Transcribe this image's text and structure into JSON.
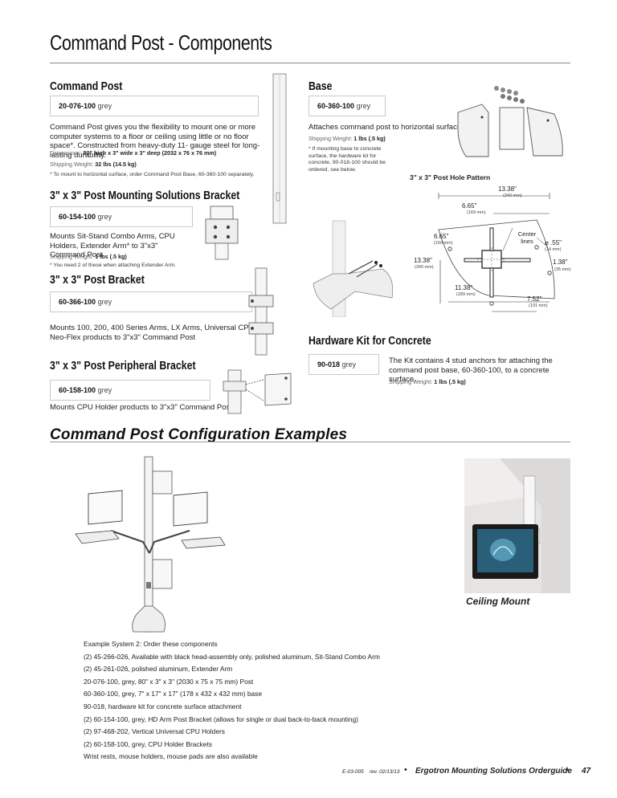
{
  "page_title": "Command Post - Components",
  "command_post": {
    "heading": "Command Post",
    "part_no": "20-076-100",
    "color": "grey",
    "description": "Command Post gives you the flexibility to mount one or more computer systems to a floor or ceiling using little or no floor space*. Constructed from heavy-duty 11- gauge steel for long-lasting durability.",
    "dimensions_label": "Dimensions:",
    "dimensions": "80\" high x 3\" wide x 3\" deep (2032 x 76 x 76 mm)",
    "shipping_label": "Shipping Weight:",
    "shipping": "32 lbs (14.5 kg)",
    "note": "* To mount to horizontal surface, order Command Post Base, 60-360-100 separately."
  },
  "mounting_bracket": {
    "heading": "3\" x 3\" Post Mounting Solutions Bracket",
    "part_no": "60-154-100",
    "color": "grey",
    "description": "Mounts Sit-Stand Combo Arms, CPU Holders, Extender Arm* to 3\"x3\" Command Post",
    "shipping_label": "Shipping Weight:",
    "shipping": "1 lbs (.5 kg)",
    "note": "* You need 2 of these when attaching Extender Arm."
  },
  "post_bracket": {
    "heading": "3\" x 3\" Post Bracket",
    "part_no": "60-366-100",
    "color": "grey",
    "description": "Mounts 100, 200, 400 Series Arms, LX Arms, Universal CPU, Neo-Flex products to 3\"x3\" Command Post"
  },
  "peripheral_bracket": {
    "heading": "3\" x 3\" Post Peripheral Bracket",
    "part_no": "60-158-100",
    "color": "grey",
    "description": "Mounts CPU Holder products to 3\"x3\" Command Post"
  },
  "base": {
    "heading": "Base",
    "part_no": "60-360-100",
    "color": "grey",
    "description": "Attaches command post to horizontal surface.*",
    "shipping_label": "Shipping Weight:",
    "shipping": "1 lbs (.5 kg)",
    "note": "* If mounting base to concrete surface, the hardware kit for concrete, 90-018-100 should be ordered, see below."
  },
  "hole_pattern": {
    "title": "3\" x 3\" Post Hole Pattern",
    "dims": [
      {
        "label": "13.38\"",
        "sub": "(340 mm)"
      },
      {
        "label": "6.65\"",
        "sub": "(169 mm)"
      },
      {
        "label": "6.65\"",
        "sub": "(169 mm)"
      },
      {
        "label": "Center lines",
        "sub": ""
      },
      {
        "label": "⌀ .55\"",
        "sub": "(14 mm)"
      },
      {
        "label": "13.38\"",
        "sub": "(340 mm)"
      },
      {
        "label": "1.38\"",
        "sub": "(35 mm)"
      },
      {
        "label": "11.38\"",
        "sub": "(289 mm)"
      },
      {
        "label": "7.52\"",
        "sub": "(191 mm)"
      }
    ]
  },
  "hardware_kit": {
    "heading": "Hardware Kit for Concrete",
    "part_no": "90-018",
    "color": "grey",
    "description": "The Kit contains 4 stud anchors for attaching the command post base, 60-360-100, to a concrete surface.",
    "shipping_label": "Shipping Weight:",
    "shipping": "1 lbs (.5 kg)"
  },
  "config": {
    "heading": "Command Post Configuration Examples",
    "ceiling_caption": "Ceiling Mount",
    "example_items": [
      "Example System 2: Order these components",
      "(2) 45-266-026, Available with black head-assembly only, polished aluminum, Sit-Stand Combo Arm",
      "(2) 45-261-026, polished aluminum, Extender Arm",
      "20-076-100, grey, 80\" x 3\" x 3\" (2030 x 75 x 75 mm) Post",
      "60-360-100, grey, 7\" x 17\" x 17\" (178 x 432 x 432 mm) base",
      "90-018, hardware kit for concrete surface attachment",
      "(2) 60-154-100, grey, HD Arm Post Bracket (allows for single or dual back-to-back mounting)",
      "(2) 97-468-202, Vertical Universal CPU Holders",
      "(2) 60-158-100, grey, CPU Holder Brackets",
      "Wrist rests, mouse holders, mouse pads are also available"
    ]
  },
  "footer": {
    "code": "E-03-005",
    "rev": "rev. 02/13/13",
    "bullet": "•",
    "guide": "Ergotron Mounting Solutions Orderguide",
    "page": "47"
  }
}
